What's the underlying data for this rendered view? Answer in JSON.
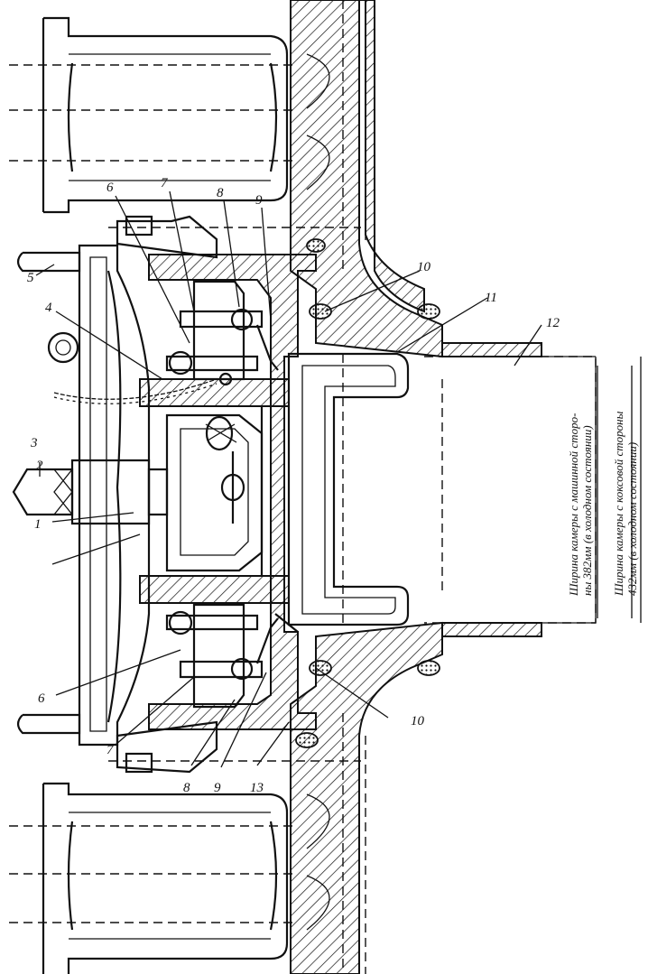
{
  "labels": {
    "l1": "1",
    "l2": "2",
    "l3": "3",
    "l4": "4",
    "l5": "5",
    "l6_top": "6",
    "l6_bottom": "6",
    "l7_top": "7",
    "l7_bottom": "7",
    "l8_top": "8",
    "l8_bottom": "8",
    "l9_top": "9",
    "l9_bottom": "9",
    "l10_top": "10",
    "l10_bottom": "10",
    "l11": "11",
    "l12": "12",
    "l13": "13"
  },
  "dimensions": {
    "machine_side_line1": "Ширина камеры с машинной сторо-",
    "machine_side_line2": "ны 382мм (в холодном состоянии)",
    "coke_side_line1": "Ширина камеры с коксовой стороны",
    "coke_side_line2": "432мм (в холодном состоянии)"
  }
}
